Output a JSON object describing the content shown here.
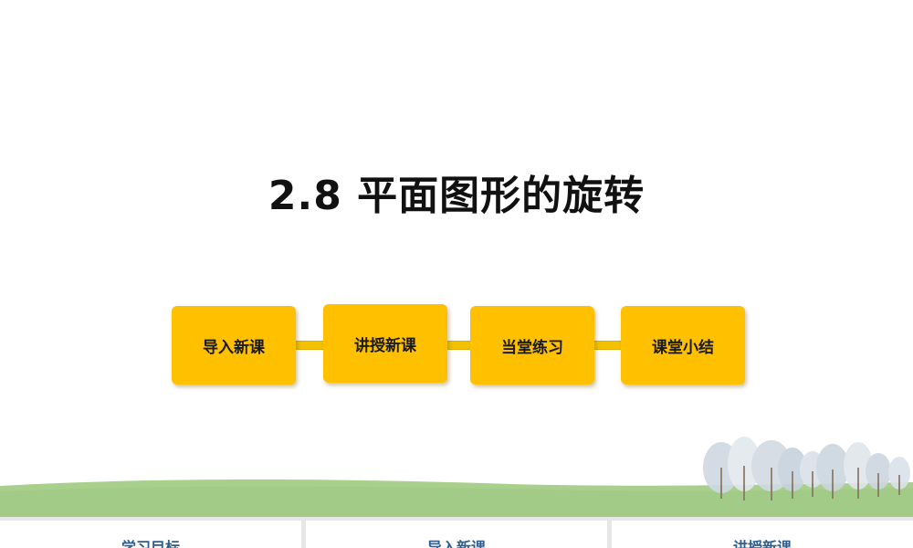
{
  "slide": {
    "title": "2.8  平面图形的旋转"
  },
  "nav": {
    "items": [
      {
        "label": "导入新课"
      },
      {
        "label": "讲授新课"
      },
      {
        "label": "当堂练习"
      },
      {
        "label": "课堂小结"
      }
    ]
  },
  "footer": {
    "tabs": [
      {
        "label": "学习目标"
      },
      {
        "label": "导入新课"
      },
      {
        "label": "讲授新课"
      }
    ]
  },
  "colors": {
    "nav_box": "#ffc000",
    "grass": "#a9cf8c",
    "tab_text": "#2e5e8e"
  }
}
